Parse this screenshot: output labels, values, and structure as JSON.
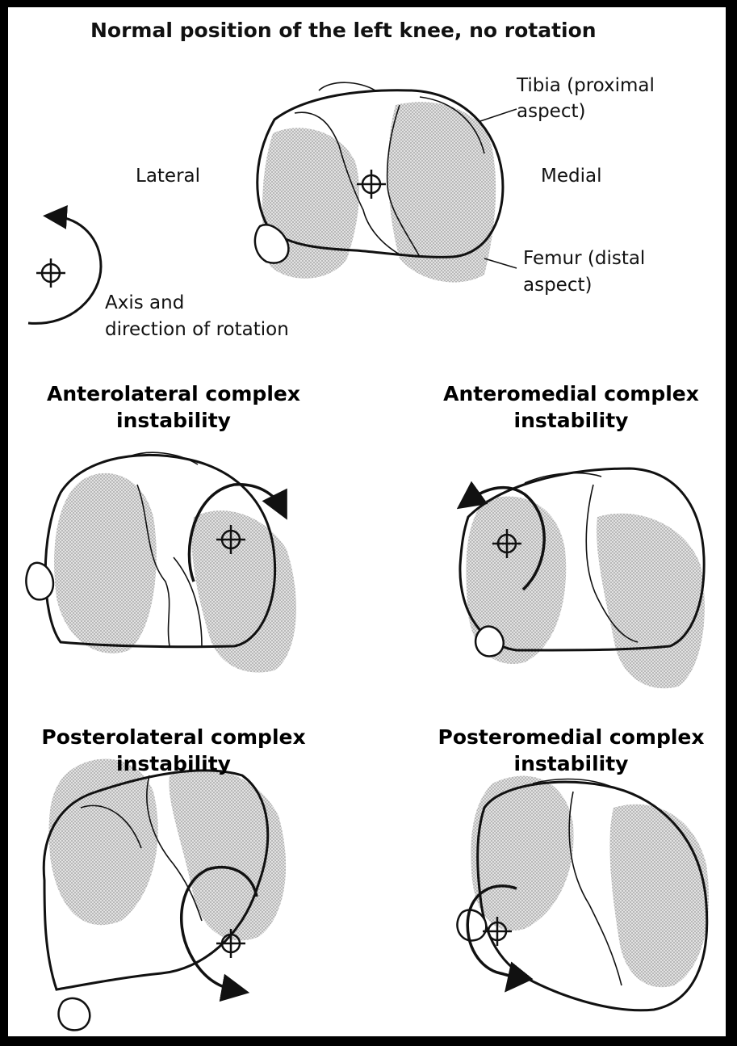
{
  "title": "Normal position of the left knee, no rotation",
  "labels": {
    "tibia_line1": "Tibia (proximal",
    "tibia_line2": "aspect)",
    "femur_line1": "Femur (distal",
    "femur_line2": "aspect)",
    "lateral": "Lateral",
    "medial": "Medial",
    "axis_line1": "Axis and",
    "axis_line2": "direction of rotation"
  },
  "panels": [
    {
      "line1": "Anterolateral complex",
      "line2": "instability"
    },
    {
      "line1": "Anteromedial complex",
      "line2": "instability"
    },
    {
      "line1": "Posterolateral complex",
      "line2": "instability"
    },
    {
      "line1": "Posteromedial complex",
      "line2": "instability"
    }
  ],
  "colors": {
    "outline": "#111111",
    "femur_stipple": "#c9c9c9",
    "frame": "#000000",
    "background": "#ffffff"
  }
}
